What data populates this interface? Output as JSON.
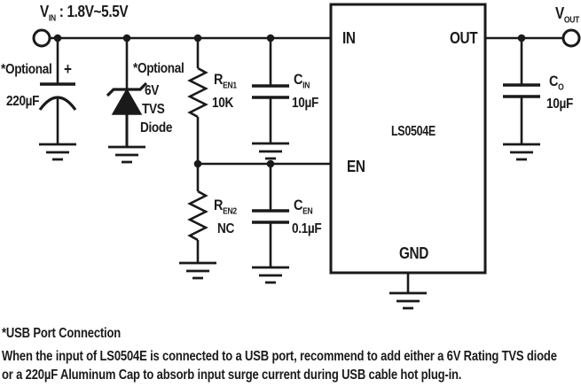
{
  "colors": {
    "ink": "#1a1a1a",
    "background": "#ffffff"
  },
  "schematic": {
    "vin": {
      "sym": "V",
      "sub": "IN",
      "rest": " : 1.8V~5.5V"
    },
    "vout": {
      "sym": "V",
      "sub": "OUT"
    },
    "bulk_cap": {
      "note": "*Optional",
      "polarity": "+",
      "value": "220µF"
    },
    "tvs": {
      "note": "*Optional",
      "rating": "6V",
      "type": "TVS",
      "device": "Diode"
    },
    "ren1": {
      "sym": "R",
      "sub": "EN1",
      "value": "10K"
    },
    "ren2": {
      "sym": "R",
      "sub": "EN2",
      "value": "NC"
    },
    "cin": {
      "sym": "C",
      "sub": "IN",
      "value": "10µF"
    },
    "cen": {
      "sym": "C",
      "sub": "EN",
      "value": "0.1µF"
    },
    "cout": {
      "sym": "C",
      "sub": "O",
      "value": "10µF"
    },
    "ic": {
      "part": "LS0504E",
      "pin_in": "IN",
      "pin_out": "OUT",
      "pin_en": "EN",
      "pin_gnd": "GND"
    }
  },
  "footnote": {
    "title": "*USB Port Connection",
    "line1": "When the input of LS0504E is connected to a USB port, recommend to add either a 6V Rating TVS diode",
    "line2": "or a 220µF Aluminum Cap to absorb input surge current during USB cable hot plug-in."
  }
}
